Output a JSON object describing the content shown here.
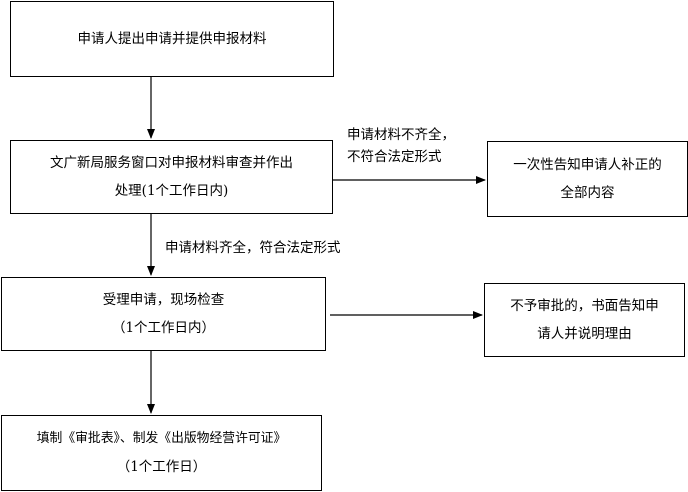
{
  "steps": {
    "submit": {
      "line1": "申请人提出申请并提供申报材料"
    },
    "review": {
      "line1": "文广新局服务窗口对申报材料审查并作出",
      "line2": "处理(1个工作日内)"
    },
    "notify_incomplete": {
      "line1": "一次性告知申请人补正的",
      "line2": "全部内容"
    },
    "accept": {
      "line1": "受理申请，现场检查",
      "line2": "（1个工作日内）"
    },
    "reject": {
      "line1": "不予审批的，书面告知申",
      "line2": "请人并说明理由"
    },
    "issue": {
      "line1": "填制《审批表》、制发《出版物经营许可证》",
      "line2": "（1个工作日）"
    }
  },
  "labels": {
    "incomplete": {
      "line1": "申请材料不齐全，",
      "line2": "不符合法定形式"
    },
    "complete": {
      "line1": "申请材料齐全，符合法定形式"
    }
  }
}
